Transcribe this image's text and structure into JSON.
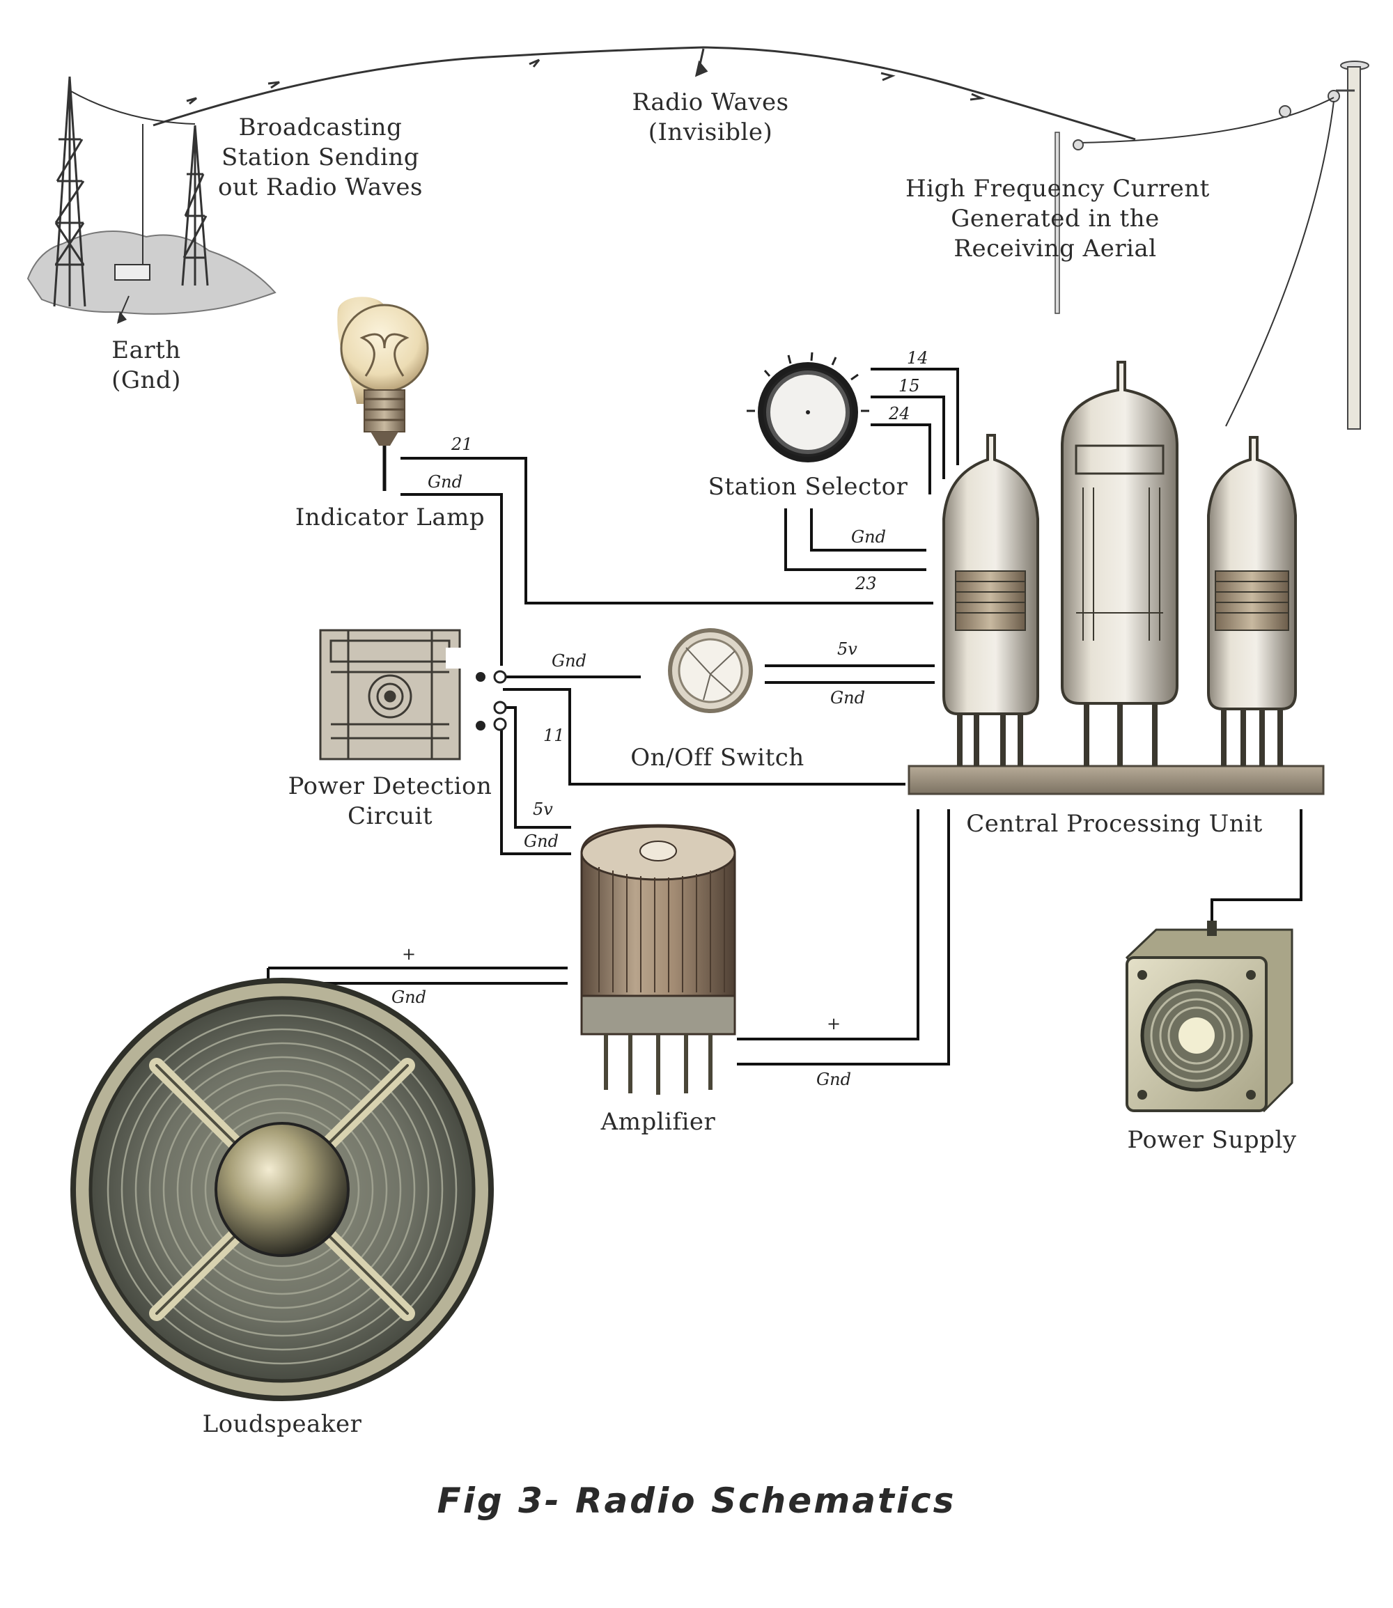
{
  "labels": {
    "broadcasting": [
      "Broadcasting",
      "Station Sending",
      "out Radio Waves"
    ],
    "radio_waves": [
      "Radio Waves",
      "(Invisible)"
    ],
    "high_freq": [
      "High Frequency Current",
      "Generated in the",
      "Receiving Aerial"
    ],
    "earth": [
      "Earth",
      "(Gnd)"
    ],
    "indicator_lamp": "Indicator Lamp",
    "station_selector": "Station Selector",
    "power_detection": [
      "Power Detection",
      "Circuit"
    ],
    "on_off_switch": "On/Off Switch",
    "cpu": "Central Processing Unit",
    "amplifier": "Amplifier",
    "loudspeaker": "Loudspeaker",
    "power_supply": "Power Supply"
  },
  "wires": {
    "w21": "21",
    "lamp_gnd": "Gnd",
    "w14": "14",
    "w15": "15",
    "w24": "24",
    "selector_gnd": "Gnd",
    "w23": "23",
    "switch_gnd_left": "Gnd",
    "switch_5v": "5v",
    "switch_gnd_right": "Gnd",
    "w11": "11",
    "pdc_5v": "5v",
    "pdc_gnd": "Gnd",
    "speaker_plus": "+",
    "speaker_gnd": "Gnd",
    "amp_plus": "+",
    "amp_gnd": "Gnd"
  },
  "title": "Fig 3- Radio Schematics"
}
